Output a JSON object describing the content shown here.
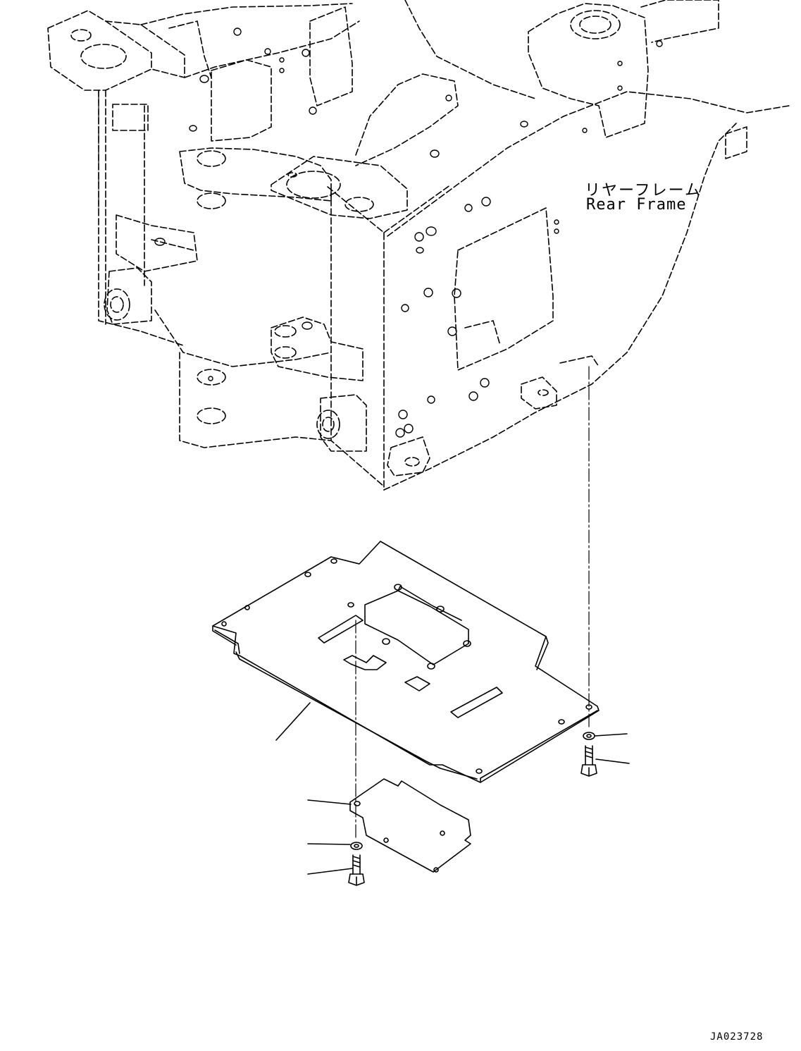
{
  "labels": {
    "rear_frame_jp": "リヤーフレーム",
    "rear_frame_en": "Rear Frame",
    "drawing_id": "JA023728"
  },
  "colors": {
    "line": "#000000",
    "background": "#ffffff"
  }
}
